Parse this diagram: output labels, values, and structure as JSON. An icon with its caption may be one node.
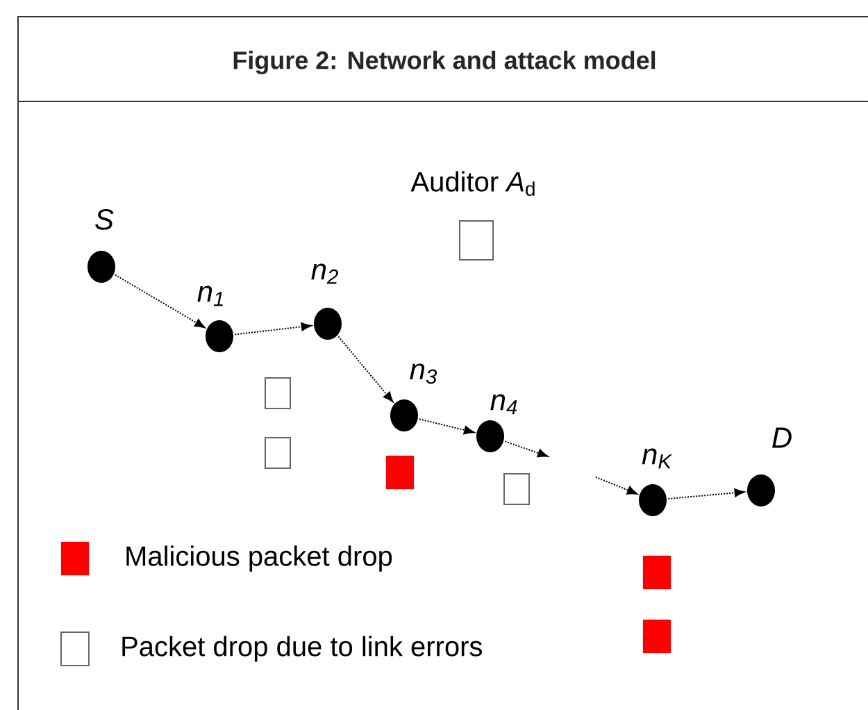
{
  "diagram": {
    "title": "Figure 2: Network and attack model",
    "nodes": [
      {
        "text": [],
        "shape": "circle",
        "beside": [
          "S"
        ]
      },
      {
        "text": [],
        "shape": "circle",
        "beside": [
          "n$_{1}$"
        ]
      },
      {
        "text": [],
        "shape": "circle",
        "beside": [
          "n$_{2}$"
        ]
      },
      {
        "text": [],
        "shape": "circle",
        "beside": [
          "n$_{3}$"
        ]
      },
      {
        "text": [],
        "shape": "circle",
        "beside": [
          "n$_{4}$"
        ]
      },
      {
        "text": [],
        "shape": "circle",
        "beside": [
          "n$_{K}$"
        ]
      },
      {
        "text": [],
        "shape": "circle",
        "beside": [
          "D"
        ]
      },
      {
        "text": [
          "Auditor *A*$_{d}$"
        ]
      }
    ],
    "edges": [
      {
        "from": 0,
        "to": 1,
        "arrow": "to"
      },
      {
        "from": 1,
        "to": 2,
        "arrow": "to"
      },
      {
        "from": 2,
        "to": 3,
        "arrow": "to"
      },
      {
        "from": 3,
        "to": 4,
        "arrow": "to"
      },
      {
        "from": 4,
        "to": null,
        "arrow": "to"
      },
      {
        "from": null,
        "to": 5,
        "arrow": "to"
      },
      {
        "from": 5,
        "to": 6,
        "arrow": "to"
      }
    ],
    "legend": [
      {
        "text": "Malicious packet drop",
        "color": "#ff0000"
      },
      {
        "text": "Packet drop due to link errors"
      }
    ]
  }
}
